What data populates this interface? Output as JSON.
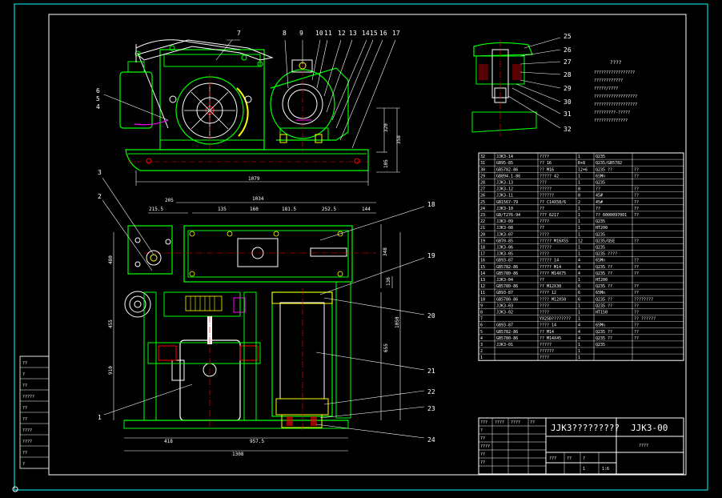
{
  "drawing": {
    "title_name": "JJK3?????????",
    "drawing_number": "JJK3-00",
    "unit_text": "????",
    "tech_req_title": "????",
    "tech_req_lines": [
      "?????????????????",
      "????????????",
      "?????/????",
      "??????????????????",
      "??????????????????",
      "?????????-?????",
      "??????????????"
    ]
  },
  "callouts_top": [
    "7",
    "8",
    "9",
    "10",
    "11",
    "12",
    "13",
    "14",
    "15",
    "16",
    "17"
  ],
  "callouts_side_left": [
    "6",
    "5",
    "4",
    "3",
    "2",
    "1"
  ],
  "callouts_right": [
    "18",
    "19",
    "20",
    "21",
    "22",
    "23",
    "24"
  ],
  "callouts_detail": [
    "25",
    "26",
    "27",
    "28",
    "29",
    "30",
    "31",
    "32"
  ],
  "dims": {
    "top_width": "1079",
    "top_h1": "320",
    "top_h2": "358",
    "top_h3": "105",
    "plan_total": "1034",
    "plan_left": "205",
    "plan_a": "135",
    "plan_b": "160",
    "plan_c": "181.5",
    "plan_d": "252.5",
    "plan_e": "144",
    "plan_off": "215.5",
    "left_h1": "480",
    "left_h2": "455",
    "left_h3": "910",
    "bottom_a": "418",
    "bottom_b": "957.5",
    "bottom_total": "1308",
    "right_h1": "348",
    "right_h2": "136",
    "right_h3": "1050",
    "right_h4": "655"
  },
  "bom_rows": [
    [
      "32",
      "JJK3-14",
      "????",
      "1",
      "Q235",
      ""
    ],
    [
      "31",
      "GB95-85",
      "?? 16",
      "B+8",
      "Q235/GB5782",
      ""
    ],
    [
      "30",
      "GB5782-86",
      "?? M16",
      "12+6",
      "Q235 ??",
      "??"
    ],
    [
      "29",
      "GB894.1-86",
      "????? 42",
      "1",
      "65Mn",
      "??"
    ],
    [
      "28",
      "JJK3-13",
      "???",
      "1",
      "Q235",
      ""
    ],
    [
      "27",
      "JJK3-12",
      "?????",
      "8",
      "??",
      "??"
    ],
    [
      "26",
      "JJK3-11",
      "??????",
      "8",
      "45#",
      "??"
    ],
    [
      "25",
      "GB1567-79",
      "?? C14X58/6",
      "2",
      "45#",
      "??"
    ],
    [
      "24",
      "JJK3-10",
      "??",
      "1",
      "??",
      "??"
    ],
    [
      "23",
      "GB/T276-94",
      "??? 6217",
      "1",
      "?? 6000097001",
      "??"
    ],
    [
      "22",
      "JJK3-09",
      "????",
      "1",
      "Q235",
      ""
    ],
    [
      "21",
      "JJK3-08",
      "??",
      "1",
      "HT200",
      ""
    ],
    [
      "20",
      "JJK3-07",
      "????",
      "1",
      "Q235",
      ""
    ],
    [
      "19",
      "GB70-85",
      "????? M16X55",
      "12",
      "Q235/Q5E",
      "??"
    ],
    [
      "18",
      "JJK3-06",
      "?????",
      "1",
      "Q235",
      ""
    ],
    [
      "17",
      "JJK3-05",
      "????",
      "1",
      "Q235 ????",
      ""
    ],
    [
      "16",
      "GB93-87",
      "????? 14",
      "4",
      "65Mn",
      "??"
    ],
    [
      "15",
      "GB5782-86",
      "????? M14",
      "4",
      "Q235 ??",
      "??"
    ],
    [
      "14",
      "GB5780-86",
      "???? M14X75",
      "4",
      "Q235 ??",
      "??"
    ],
    [
      "13",
      "JJK3-04",
      "??",
      "1",
      "HT200",
      ""
    ],
    [
      "12",
      "GB5780-86",
      "?? M12X30",
      "6",
      "Q235 ??",
      "??"
    ],
    [
      "11",
      "GB93-87",
      "???? 12",
      "6",
      "65Mn",
      "??"
    ],
    [
      "10",
      "GB5780-86",
      "???? M12X50",
      "6",
      "Q235 ??",
      "????????"
    ],
    [
      "9",
      "JJK3-03",
      "????",
      "1",
      "Q235 ??",
      "??"
    ],
    [
      "8",
      "JJK3-02",
      "????",
      "1",
      "HT150",
      "??"
    ],
    [
      "7",
      "",
      "YX25D????????",
      "1",
      "",
      "?? ??????"
    ],
    [
      "6",
      "GB93-87",
      "???? 14",
      "4",
      "65Mn",
      "??"
    ],
    [
      "5",
      "GB5782-86",
      "?? M14",
      "4",
      "Q235 ??",
      "??"
    ],
    [
      "4",
      "GB5780-86",
      "?? M14X45",
      "4",
      "Q235 ??",
      "??"
    ],
    [
      "3",
      "JJK3-01",
      "?????",
      "1",
      "Q235",
      ""
    ],
    [
      "2",
      "",
      "??????",
      "1",
      "",
      ""
    ],
    [
      "1",
      "",
      "????",
      "1",
      "",
      ""
    ]
  ],
  "revision_rows": [
    "??",
    "?",
    "??",
    "?????",
    "??",
    "??",
    "????",
    "????",
    "??",
    "?"
  ],
  "title_block_cells": [
    "???",
    "?",
    "??",
    "????",
    "??",
    "??",
    "????",
    "????",
    "??",
    "???",
    "??",
    "?",
    "1",
    "1:6"
  ],
  "colors": {
    "background": "#000000",
    "frame": "#ffffff",
    "body": "#00ff00",
    "red": "#ff0000",
    "cyan": "#00ffff",
    "yellow": "#ffff00",
    "magenta": "#ff00ff",
    "blue": "#0000ff"
  }
}
